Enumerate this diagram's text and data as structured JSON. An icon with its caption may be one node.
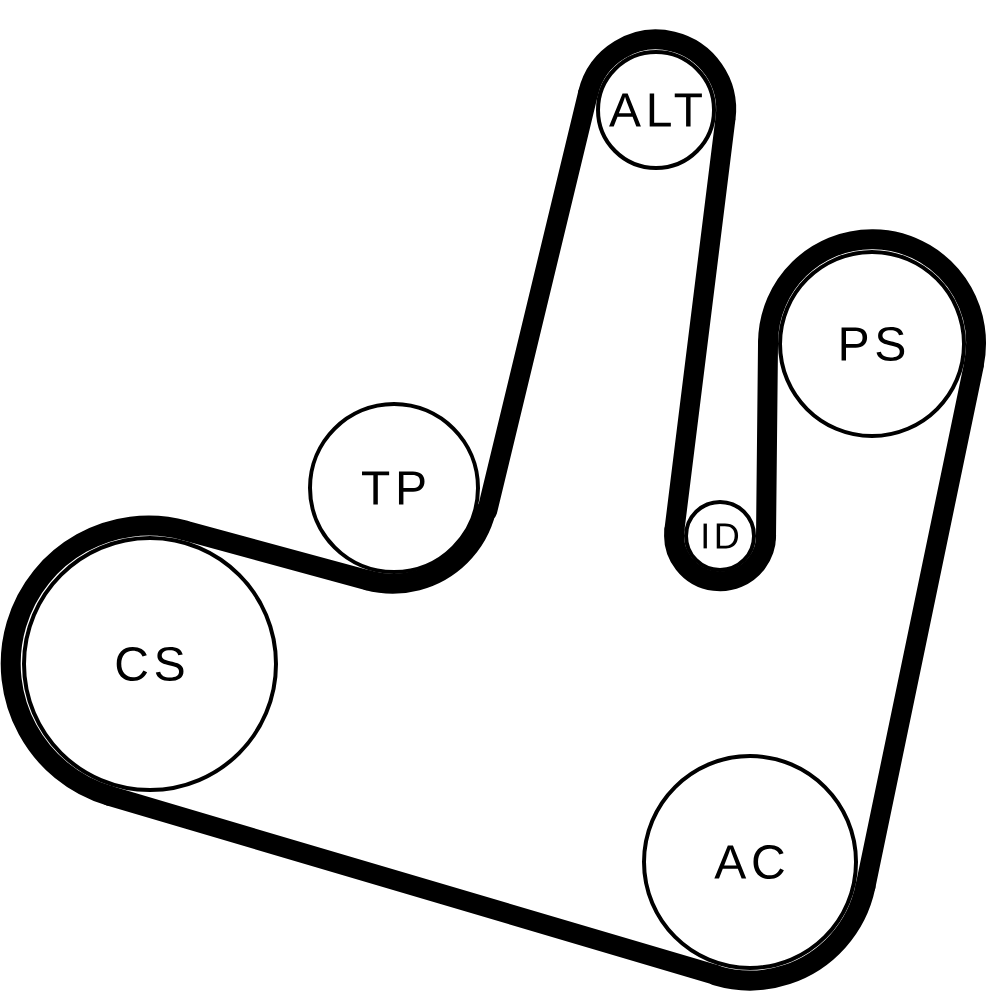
{
  "diagram": {
    "nodes": [
      {
        "text": [
          "ALT"
        ]
      },
      {
        "text": [
          "PS"
        ]
      },
      {
        "text": [
          "TP"
        ]
      },
      {
        "text": [
          "ID"
        ]
      },
      {
        "text": [
          "CS"
        ]
      },
      {
        "text": [
          "AC"
        ]
      }
    ],
    "edges": [
      {
        "from": 4,
        "to": 2,
        "arrow": "none"
      },
      {
        "from": 2,
        "to": 0,
        "arrow": "none"
      },
      {
        "from": 0,
        "to": 3,
        "arrow": "none"
      },
      {
        "from": 3,
        "to": 1,
        "arrow": "none"
      },
      {
        "from": 1,
        "to": 5,
        "arrow": "none"
      },
      {
        "from": 5,
        "to": 4,
        "arrow": "none"
      }
    ]
  }
}
